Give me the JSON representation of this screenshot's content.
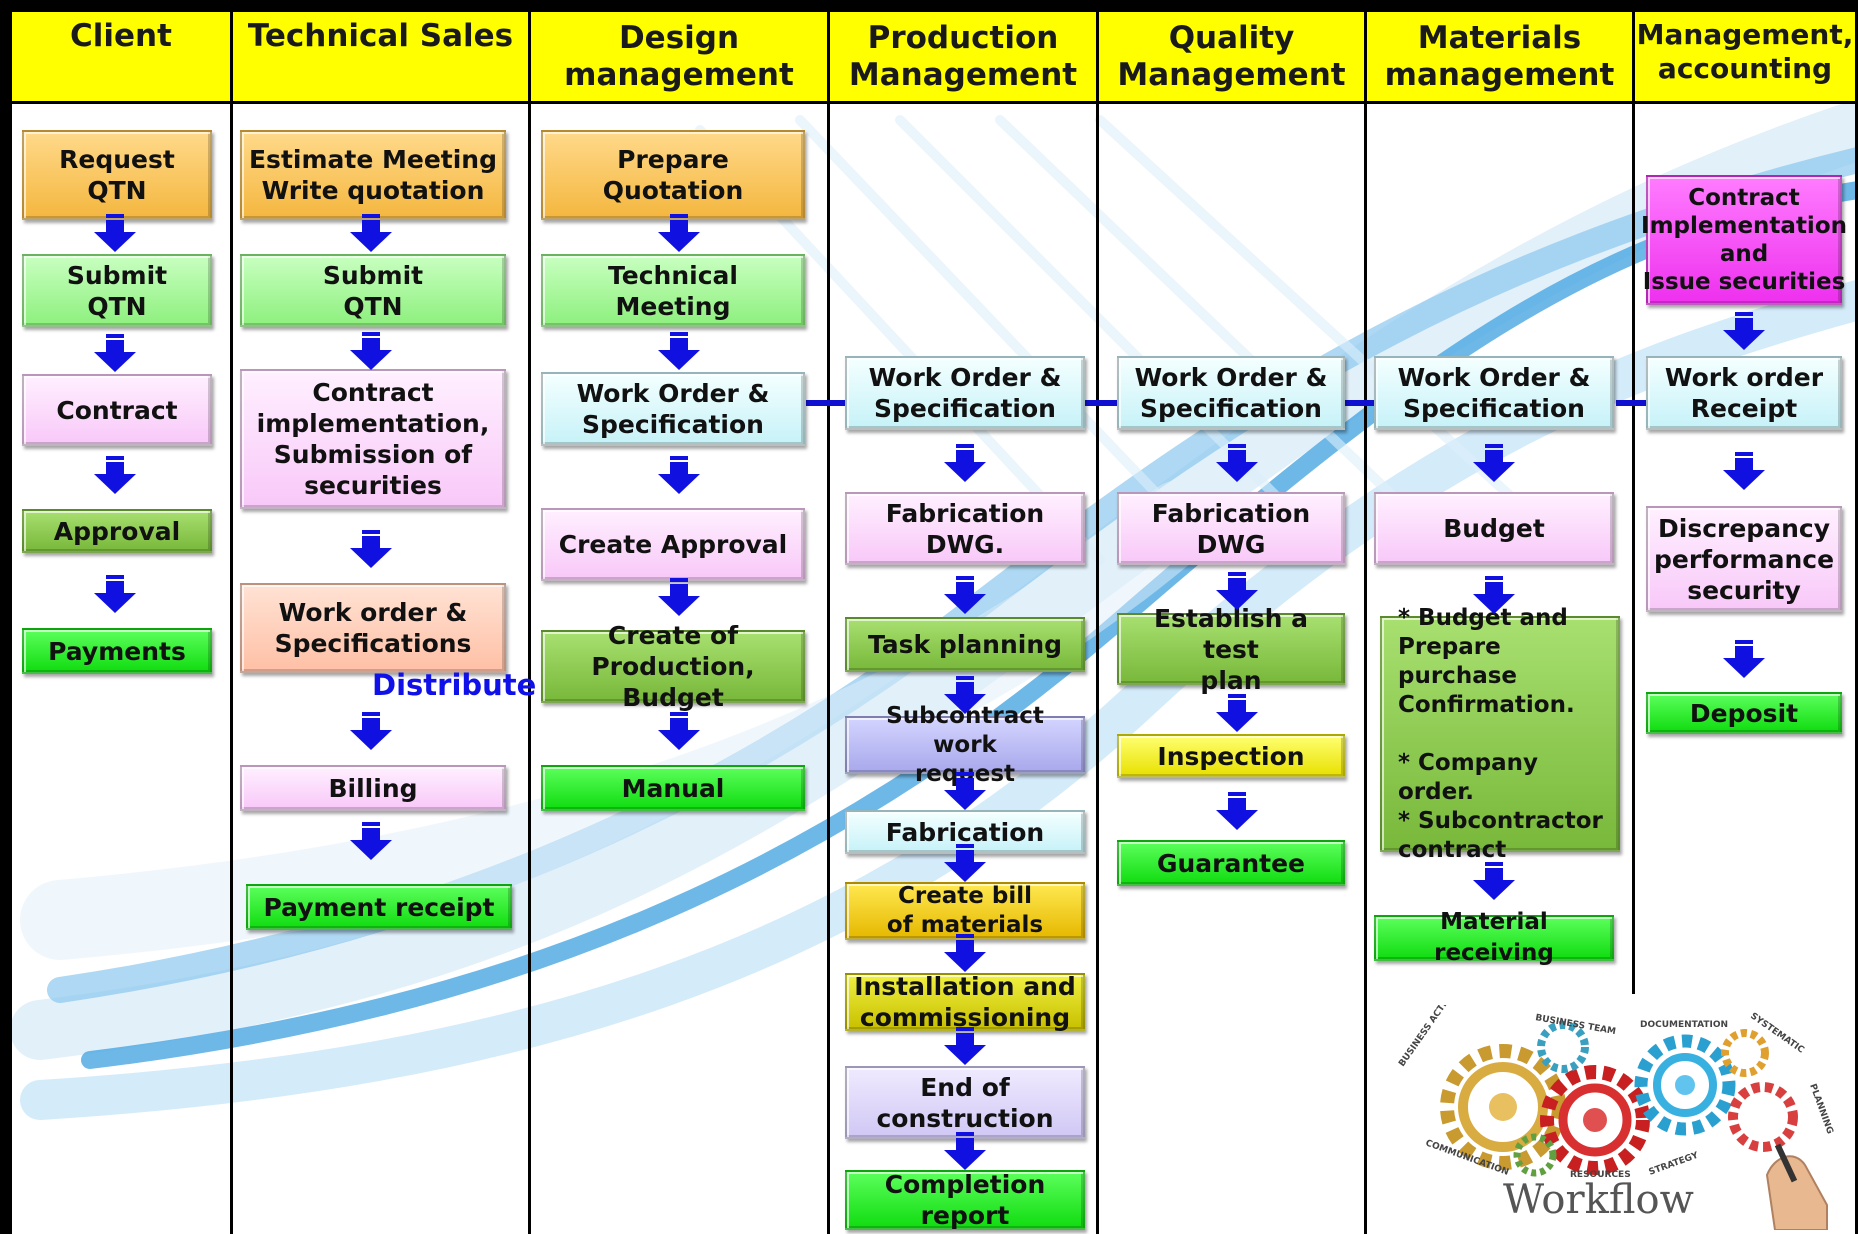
{
  "columns": [
    {
      "title": "Client"
    },
    {
      "title": "Technical Sales"
    },
    {
      "title": "Design\nmanagement"
    },
    {
      "title": "Production\nManagement"
    },
    {
      "title": "Quality\nManagement"
    },
    {
      "title": "Materials\nmanagement"
    },
    {
      "title": "Management,\naccounting"
    }
  ],
  "client": {
    "request_qtn": "Request\nQTN",
    "submit_qtn": "Submit\nQTN",
    "contract": "Contract",
    "approval": "Approval",
    "payments": "Payments"
  },
  "sales": {
    "estimate": "Estimate Meeting\nWrite quotation",
    "submit_qtn": "Submit\nQTN",
    "contract_impl": "Contract\nimplementation,\nSubmission of\nsecurities",
    "work_order": "Work order &\nSpecifications",
    "distribute": "Distribute",
    "billing": "Billing",
    "payment_receipt": "Payment receipt"
  },
  "design": {
    "prepare_quotation": "Prepare Quotation",
    "technical_meeting": "Technical Meeting",
    "work_order": "Work Order &\nSpecification",
    "create_approval": "Create Approval",
    "create_production": "Create of\nProduction, Budget",
    "manual": "Manual"
  },
  "production": {
    "work_order": "Work Order &\nSpecification",
    "fabrication_dwg": "Fabrication DWG.",
    "task_planning": "Task planning",
    "subcontract": "Subcontract work\nrequest",
    "fabrication": "Fabrication",
    "bill_of_materials": "Create bill\nof materials",
    "installation": "Installation and\ncommissioning",
    "end_construction": "End of\nconstruction",
    "completion_report": "Completion\nreport"
  },
  "quality": {
    "work_order": "Work Order &\nSpecification",
    "fabrication_dwg": "Fabrication DWG",
    "test_plan": "Establish a test\nplan",
    "inspection": "Inspection",
    "guarantee": "Guarantee"
  },
  "materials": {
    "work_order": "Work Order &\nSpecification",
    "budget": "Budget",
    "budget_details": "* Budget and\n  Prepare purchase\n  Confirmation.\n\n* Company order.\n* Subcontractor\n  contract",
    "material_receiving": "Material receiving"
  },
  "accounting": {
    "contract_impl": "Contract\nImplementation\nand\nIssue securities",
    "work_order_receipt": "Work order\nReceipt",
    "discrepancy": "Discrepancy\nperformance\nsecurity",
    "deposit": "Deposit"
  },
  "logo": {
    "title": "Workflow",
    "words": [
      "BUSINESS ACTIVITY",
      "BUSINESS TEAM",
      "DOCUMENTATION",
      "SYSTEMATIC",
      "PLANNING",
      "COMMUNICATION",
      "RESOURCES",
      "STRATEGY"
    ]
  },
  "colors": {
    "header": "#ffff00",
    "arrow": "#1010e0",
    "connector": "#1010d0",
    "distribute_text": "#1010e8"
  }
}
